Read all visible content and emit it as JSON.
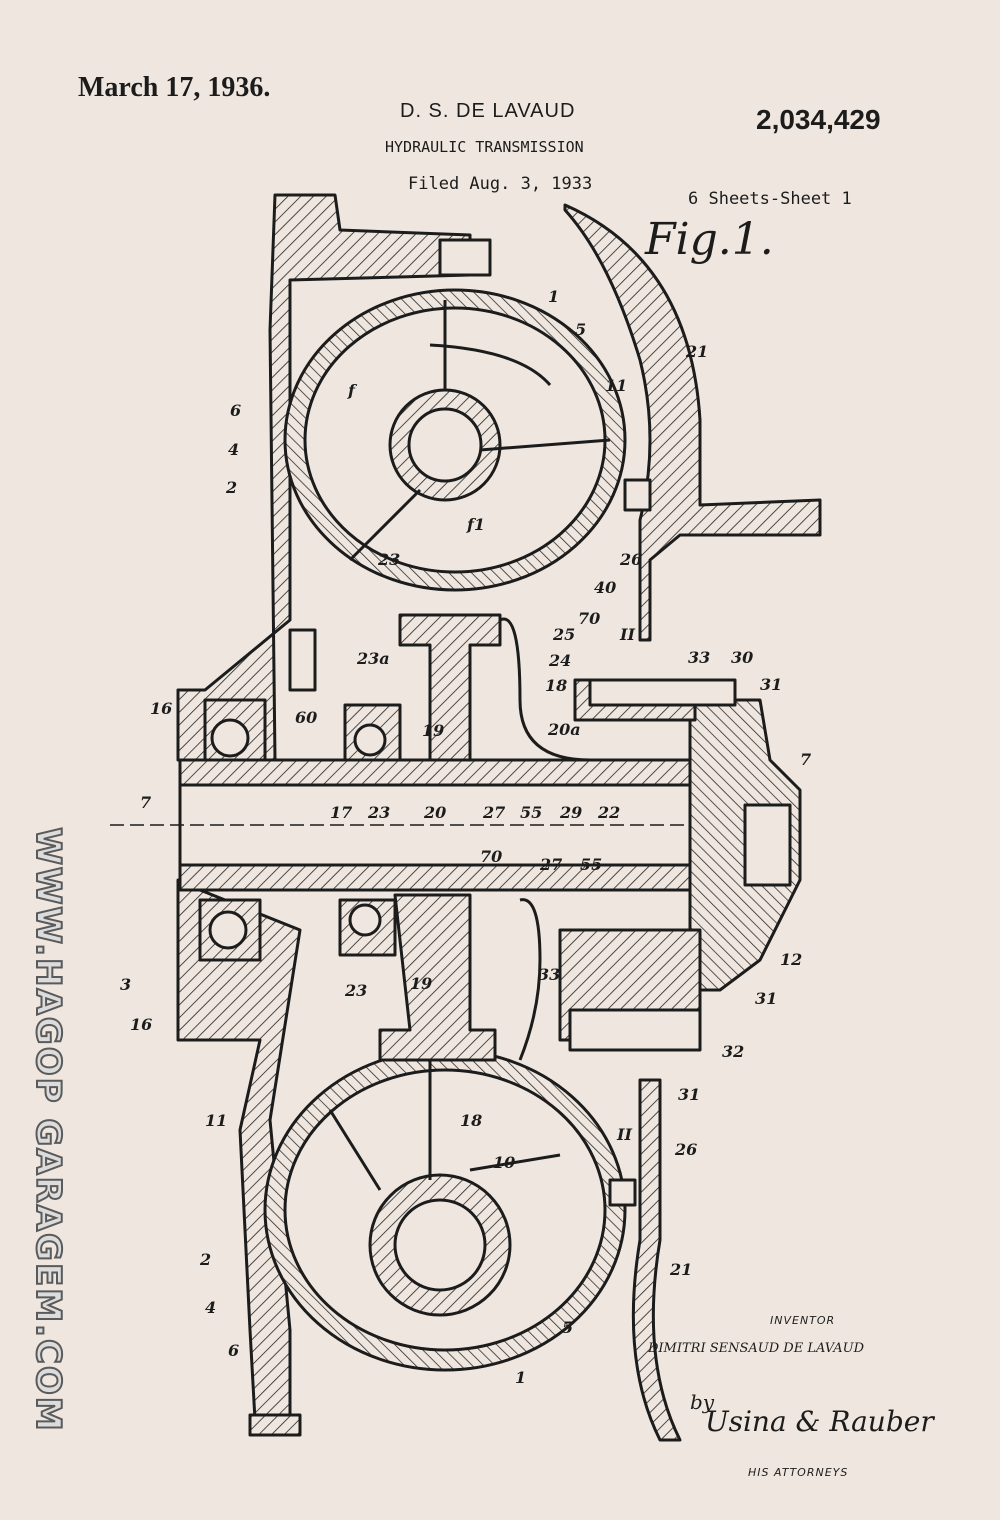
{
  "header": {
    "date": "March 17, 1936.",
    "inventor": "D. S. DE LAVAUD",
    "patent_number": "2,034,429",
    "title": "HYDRAULIC TRANSMISSION",
    "filed": "Filed Aug. 3, 1933",
    "sheets": "6 Sheets-Sheet 1",
    "figure": "Fig.1."
  },
  "signature": {
    "inventor_label": "INVENTOR",
    "inventor_name": "DIMITRI SENSAUD DE LAVAUD",
    "by": "by",
    "attorneys_signature": "Usina & Rauber",
    "attorneys_label": "HIS ATTORNEYS"
  },
  "watermark": "WWW.HAGOP GARAGEM.COM",
  "reference_labels": [
    "1",
    "5",
    "21",
    "6",
    "4",
    "2",
    "11",
    "f",
    "f1",
    "23",
    "26",
    "40",
    "70",
    "25",
    "24",
    "18",
    "II",
    "33",
    "30",
    "31",
    "16",
    "60",
    "23a",
    "19",
    "20a",
    "7",
    "17",
    "20",
    "27",
    "55",
    "29",
    "22",
    "3",
    "12",
    "32",
    "10"
  ]
}
